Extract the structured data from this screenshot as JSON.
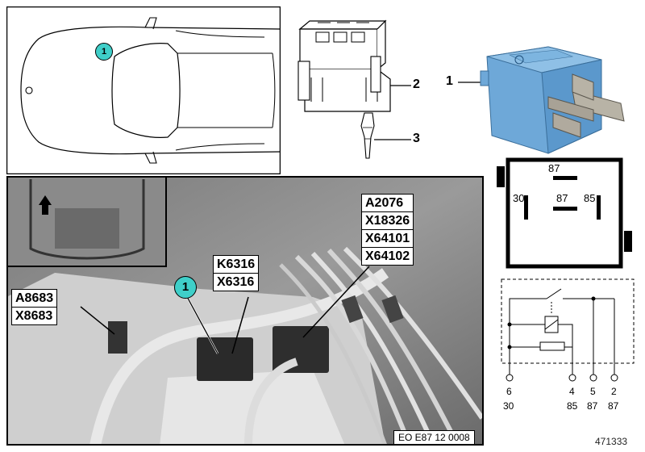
{
  "car_view": {
    "marker": "1"
  },
  "connector_callouts": {
    "housing": "2",
    "terminal": "3",
    "relay": "1"
  },
  "relay_symbol": {
    "pins": {
      "top": "87",
      "left": "30",
      "center": "87",
      "right": "85"
    }
  },
  "photo": {
    "marker": "1",
    "label_groups": {
      "left": [
        "A8683",
        "X8683"
      ],
      "middle": [
        "K6316",
        "X6316"
      ],
      "right": [
        "A2076",
        "X18326",
        "X64101",
        "X64102"
      ]
    },
    "code": "EO E87 12 0008"
  },
  "circuit": {
    "terminals": [
      {
        "number": "6",
        "pin": "30"
      },
      {
        "number": "4",
        "pin": "85"
      },
      {
        "number": "5",
        "pin": "87"
      },
      {
        "number": "2",
        "pin": "87"
      }
    ]
  },
  "figure_id": "471333",
  "colors": {
    "relay_blue": "#6ea8d8",
    "marker_teal": "#3fcfc9",
    "line": "#000000"
  }
}
